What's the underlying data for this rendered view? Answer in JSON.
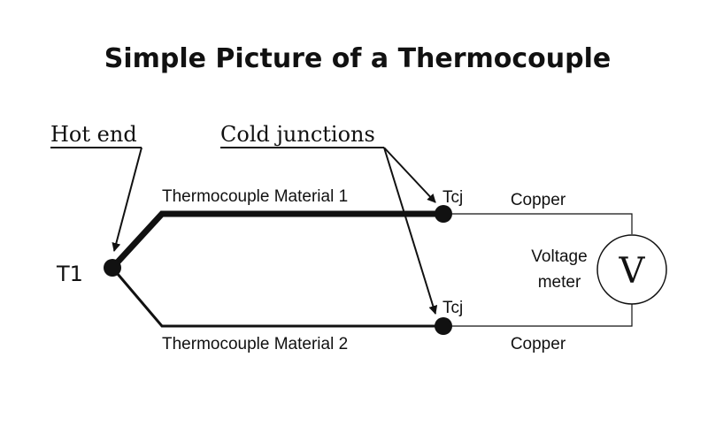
{
  "title": "Simple Picture of a Thermocouple",
  "callouts": {
    "hot_end": "Hot end",
    "cold_junctions": "Cold junctions"
  },
  "nodes": {
    "hot_junction": "T1",
    "cold_junction_top": "Tcj",
    "cold_junction_bottom": "Tcj"
  },
  "wires": {
    "material_1": "Thermocouple Material 1",
    "material_2": "Thermocouple Material 2",
    "copper_top": "Copper",
    "copper_bottom": "Copper"
  },
  "meter": {
    "symbol": "V",
    "label_line1": "Voltage",
    "label_line2": "meter"
  },
  "colors": {
    "ink": "#111111",
    "background": "#ffffff"
  }
}
